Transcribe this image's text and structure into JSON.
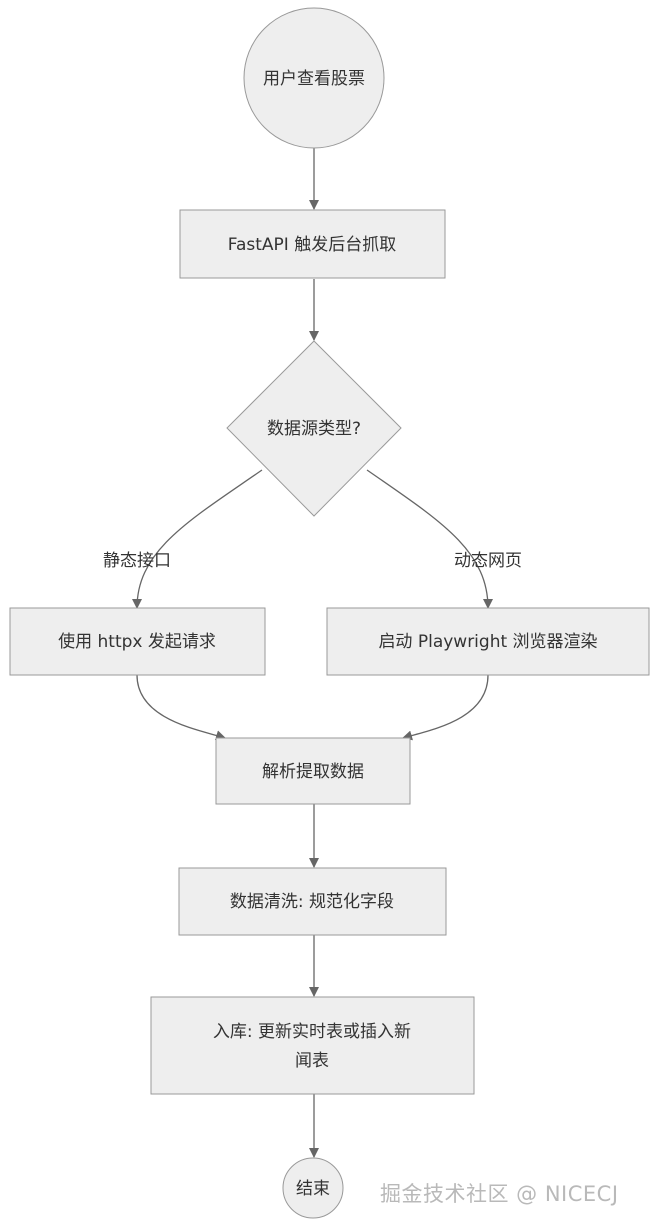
{
  "nodes": {
    "start": "用户查看股票",
    "trigger": "FastAPI 触发后台抓取",
    "decision": "数据源类型?",
    "httpx": "使用 httpx 发起请求",
    "playwright": "启动 Playwright 浏览器渲染",
    "parse": "解析提取数据",
    "clean": "数据清洗: 规范化字段",
    "store_line1": "入库: 更新实时表或插入新",
    "store_line2": "闻表",
    "end": "结束"
  },
  "edges": {
    "static_label": "静态接口",
    "dynamic_label": "动态网页"
  },
  "watermark": "掘金技术社区 @ NICECJ",
  "colors": {
    "node_fill": "#eeeeee",
    "node_stroke": "#999999",
    "edge": "#666666",
    "text": "#333333"
  }
}
